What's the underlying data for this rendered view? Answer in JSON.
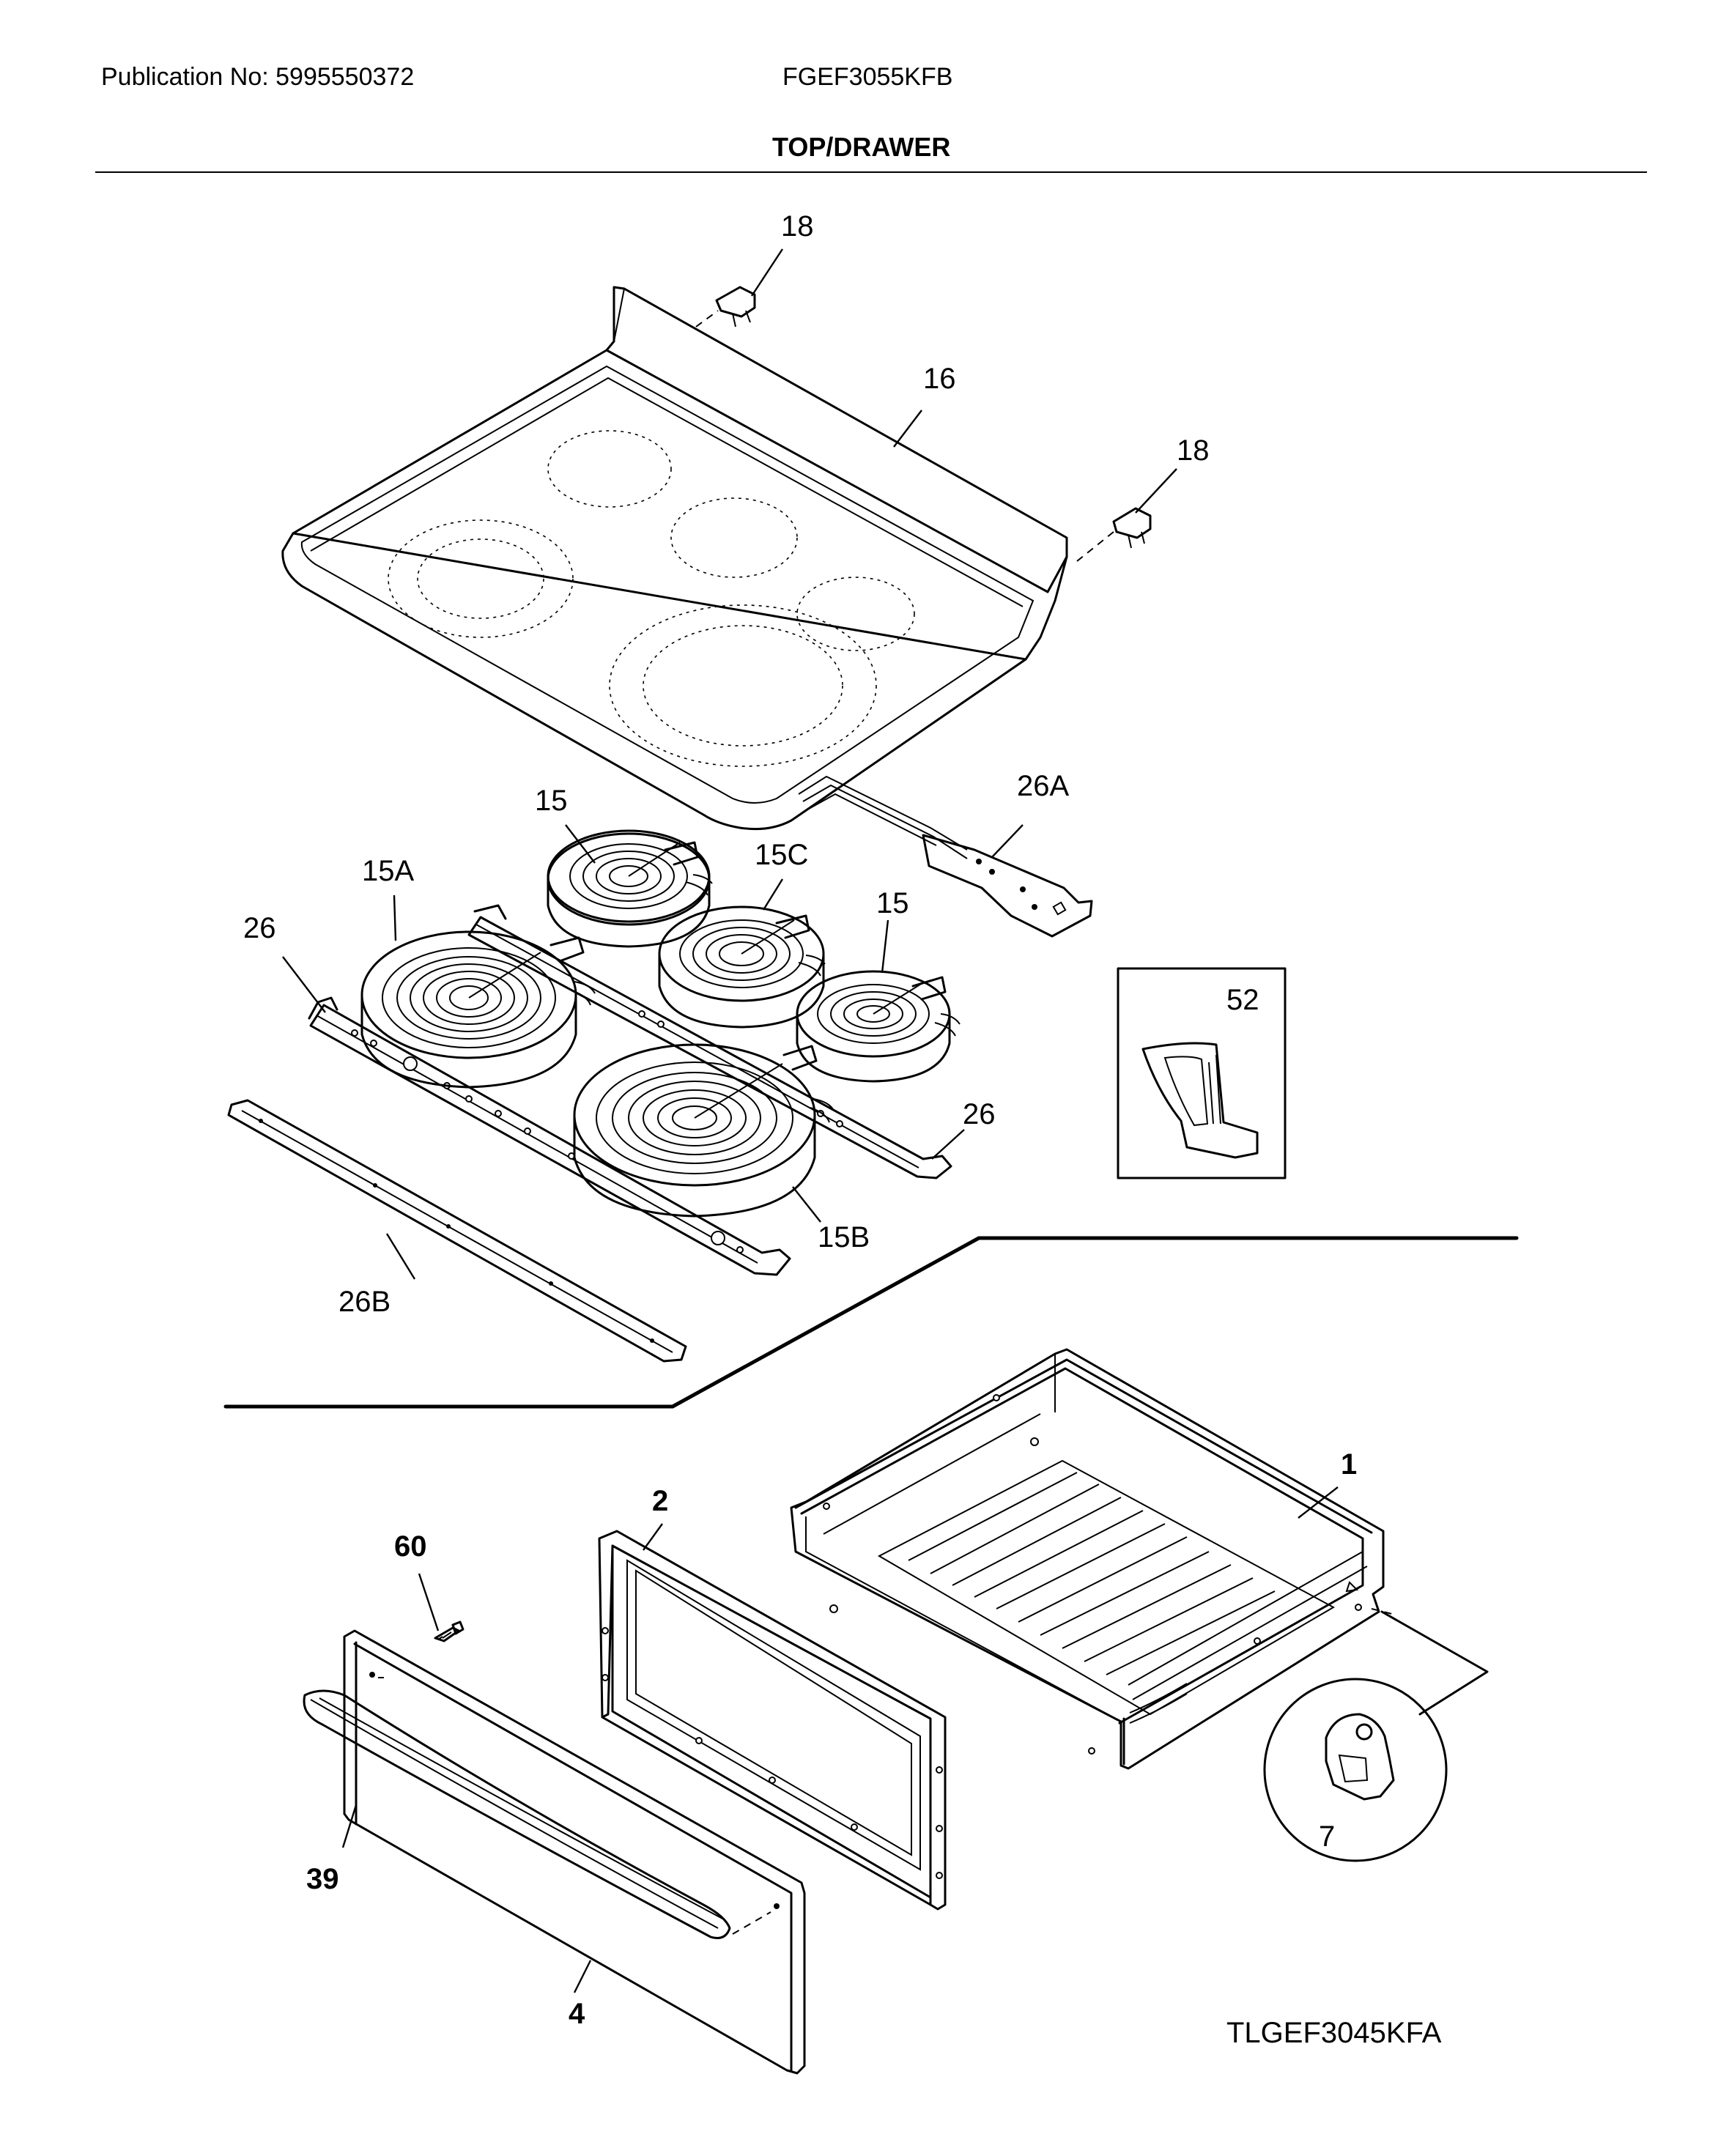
{
  "header": {
    "publication": "Publication No: 5995550372",
    "model": "FGEF3055KFB",
    "section_title": "TOP/DRAWER"
  },
  "callouts": {
    "c18a": "18",
    "c16": "16",
    "c18b": "18",
    "c26A": "26A",
    "c15a": "15",
    "c15C": "15C",
    "c15A": "15A",
    "c15b": "15",
    "c26a": "26",
    "c52": "52",
    "c26b": "26",
    "c15B": "15B",
    "c26B": "26B",
    "c1": "1",
    "c2": "2",
    "c60": "60",
    "c39": "39",
    "c7": "7",
    "c4": "4"
  },
  "footer": {
    "drawing_code": "TLGEF3045KFA"
  }
}
